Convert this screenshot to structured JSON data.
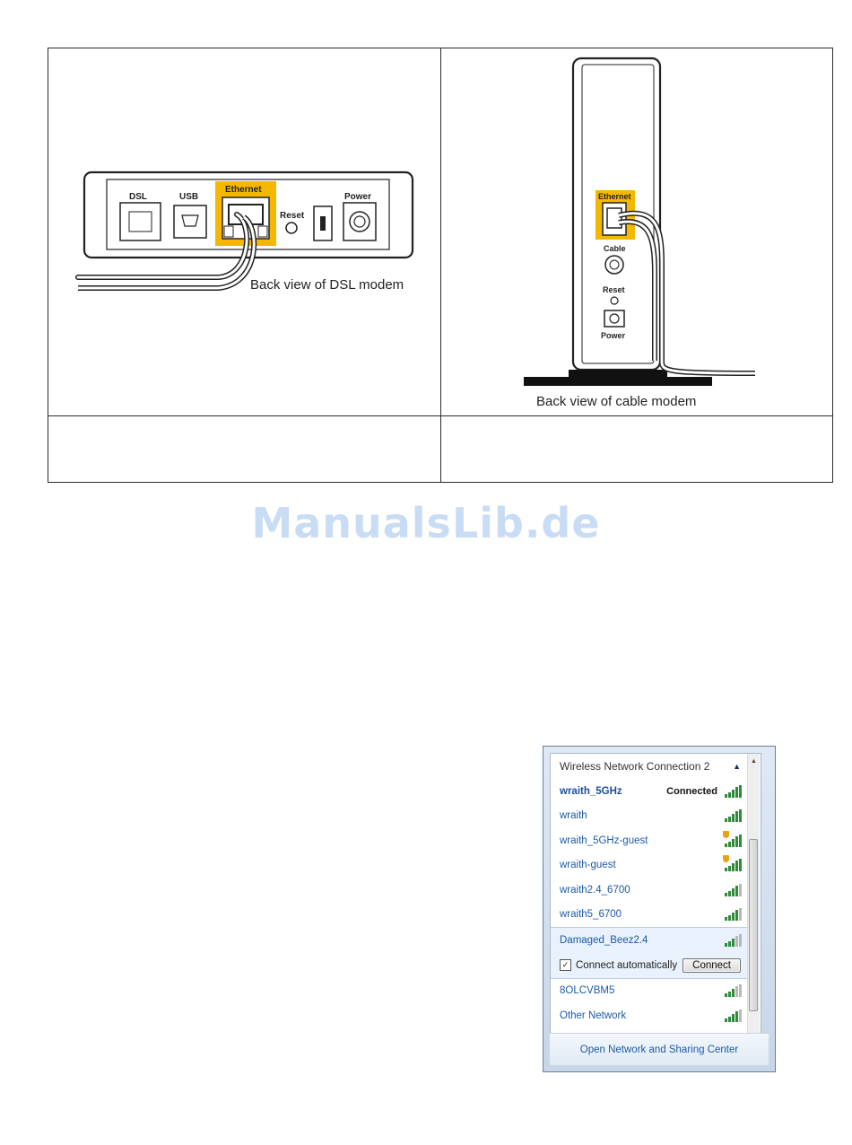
{
  "dsl_figure": {
    "caption": "Back view of DSL modem",
    "port_labels": [
      "DSL",
      "USB",
      "Ethernet",
      "Reset",
      "Power"
    ]
  },
  "cable_figure": {
    "caption": "Back view of cable modem",
    "port_labels": [
      "Ethernet",
      "Cable",
      "Reset",
      "Power"
    ]
  },
  "watermark": "ManualsLib.de",
  "network_flyout": {
    "header": "Wireless Network Connection 2",
    "networks": [
      {
        "name": "wraith_5GHz",
        "status": "Connected",
        "secured": false
      },
      {
        "name": "wraith",
        "status": "",
        "secured": false
      },
      {
        "name": "wraith_5GHz-guest",
        "status": "",
        "secured": true
      },
      {
        "name": "wraith-guest",
        "status": "",
        "secured": true
      },
      {
        "name": "wraith2.4_6700",
        "status": "",
        "secured": false
      },
      {
        "name": "wraith5_6700",
        "status": "",
        "secured": false
      },
      {
        "name": "Damaged_Beez2.4",
        "status": "",
        "secured": false
      },
      {
        "name": "8OLCVBM5",
        "status": "",
        "secured": false
      },
      {
        "name": "Other Network",
        "status": "",
        "secured": false
      }
    ],
    "connect_automatically_label": "Connect automatically",
    "connect_button_label": "Connect",
    "connect_automatically_checked": true,
    "footer_link": "Open Network and Sharing Center",
    "colors": {
      "link": "#1c5aa8",
      "signal": "#2e8b3a",
      "shield": "#e8a21a",
      "ethernet_highlight": "#f5b800"
    }
  }
}
